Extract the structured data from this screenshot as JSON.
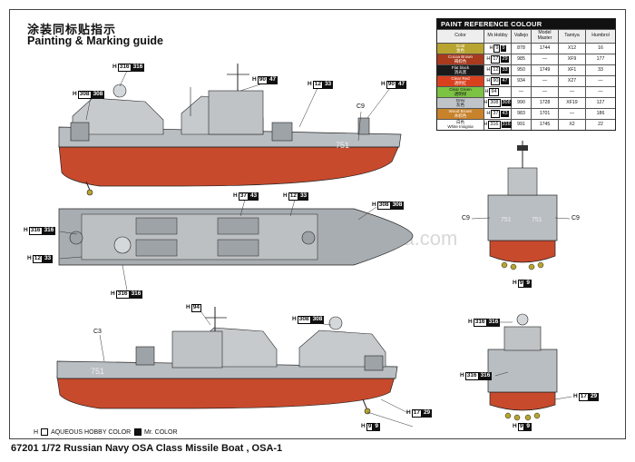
{
  "header": {
    "title_cn": "涂装同标贴指示",
    "title_en": "Painting & Marking guide"
  },
  "paint_table": {
    "title": "PAINT REFERENCE COLOUR",
    "columns": [
      "Color",
      "Mr.Hobby",
      "Vallejo",
      "Model Master",
      "Tamiya",
      "Humbrol"
    ],
    "rows": [
      {
        "name": "Gold",
        "name_cn": "金色",
        "color": "#b8a430",
        "h": "9",
        "k": "9",
        "vallejo": "878",
        "mm": "1744",
        "tamiya": "X12",
        "humbrol": "16"
      },
      {
        "name": "Cocoa Brown",
        "name_cn": "褐棕色",
        "color": "#a83a1e",
        "h": "17",
        "k": "29",
        "vallejo": "985",
        "mm": "—",
        "tamiya": "XF9",
        "humbrol": "177"
      },
      {
        "name": "Flat black",
        "name_cn": "消光黑",
        "color": "#1a1a1a",
        "h": "12",
        "k": "33",
        "vallejo": "950",
        "mm": "1749",
        "tamiya": "XF1",
        "humbrol": "33"
      },
      {
        "name": "Clear Red",
        "name_cn": "透明红",
        "color": "#d8401e",
        "h": "90",
        "k": "47",
        "vallejo": "934",
        "mm": "—",
        "tamiya": "X27",
        "humbrol": "—"
      },
      {
        "name": "Clear Green",
        "name_cn": "透明绿",
        "color": "#7cc243",
        "h": "94",
        "k": "",
        "vallejo": "—",
        "mm": "—",
        "tamiya": "—",
        "humbrol": "—"
      },
      {
        "name": "Grey",
        "name_cn": "灰色",
        "color": "#bfc4c8",
        "h": "308",
        "k": "308",
        "vallejo": "990",
        "mm": "1728",
        "tamiya": "XF19",
        "humbrol": "127"
      },
      {
        "name": "Wood Brown",
        "name_cn": "木棕色",
        "color": "#c8822a",
        "h": "37",
        "k": "43",
        "vallejo": "983",
        "mm": "1701",
        "tamiya": "—",
        "humbrol": "186"
      },
      {
        "name": "白色",
        "name_cn": "White Insignia",
        "color": "#ffffff",
        "h": "316",
        "k": "316",
        "vallejo": "991",
        "mm": "1745",
        "tamiya": "X2",
        "humbrol": "22"
      }
    ]
  },
  "callouts": {
    "h316_top": {
      "h": "H",
      "n": "316",
      "k": "316"
    },
    "h308_a": {
      "h": "H",
      "n": "308",
      "k": "308"
    },
    "h90": {
      "h": "H",
      "n": "90",
      "k": "47"
    },
    "h12_a": {
      "h": "H",
      "n": "12",
      "k": "33"
    },
    "h90_b": {
      "h": "H",
      "n": "90",
      "k": "47"
    },
    "c9_a": "C9",
    "h37": {
      "h": "H",
      "n": "37",
      "k": "43"
    },
    "h12_b": {
      "h": "H",
      "n": "12",
      "k": "33"
    },
    "h308_b": {
      "h": "H",
      "n": "308",
      "k": "308"
    },
    "h316_l": {
      "h": "H",
      "n": "316",
      "k": "316"
    },
    "h12_l": {
      "h": "H",
      "n": "12",
      "k": "33"
    },
    "h316_b": {
      "h": "H",
      "n": "316",
      "k": "316"
    },
    "h94": {
      "h": "H",
      "n": "94",
      "k": ""
    },
    "h308_c": {
      "h": "H",
      "n": "308",
      "k": "308"
    },
    "c3": "C3",
    "h17_a": {
      "h": "H",
      "n": "17",
      "k": "29"
    },
    "h9_a": {
      "h": "H",
      "n": "9",
      "k": "9"
    },
    "c9_b": "C9",
    "c9_c": "C9",
    "h9_b": {
      "h": "H",
      "n": "9",
      "k": "9"
    },
    "h316_r": {
      "h": "H",
      "n": "316",
      "k": "316"
    },
    "h316_r2": {
      "h": "H",
      "n": "316",
      "k": "316"
    },
    "h17_b": {
      "h": "H",
      "n": "17",
      "k": "29"
    },
    "h9_c": {
      "h": "H",
      "n": "9",
      "k": "9"
    }
  },
  "hull_numbers": {
    "side_top": "751",
    "side_bottom": "751",
    "bow_a": "751",
    "bow_b": "751"
  },
  "watermark": "www.trumpeter-china.com",
  "legend": {
    "aqueous": "AQUEOUS HOBBY COLOR",
    "mr": "Mr. COLOR"
  },
  "caption": "67201 1/72  Russian Navy OSA Class Missile Boat , OSA-1",
  "colors": {
    "grey": "#b9bec2",
    "red": "#c84a2c",
    "dark": "#333",
    "deck": "#a8adb2"
  }
}
